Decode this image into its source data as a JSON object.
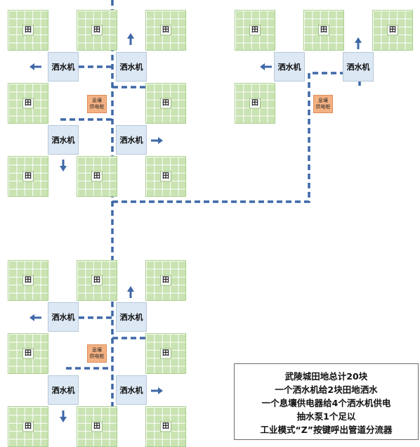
{
  "labels": {
    "field": "田",
    "sprinkler": "洒水机",
    "power_line1": "息壤",
    "power_line2": "供电桩"
  },
  "colors": {
    "field": "#c9e3b2",
    "sprinkler": "#dce8f4",
    "power": "#f4b183",
    "pipe": "#3f68a8"
  },
  "info": {
    "line1": "武陵城田地总计20块",
    "line2": "一个洒水机给2块田地洒水",
    "line3": "一个息壤供电器给4个洒水机供电",
    "line4": "抽水泵1个足以",
    "line5": "工业模式“Z”按键呼出管道分流器"
  }
}
